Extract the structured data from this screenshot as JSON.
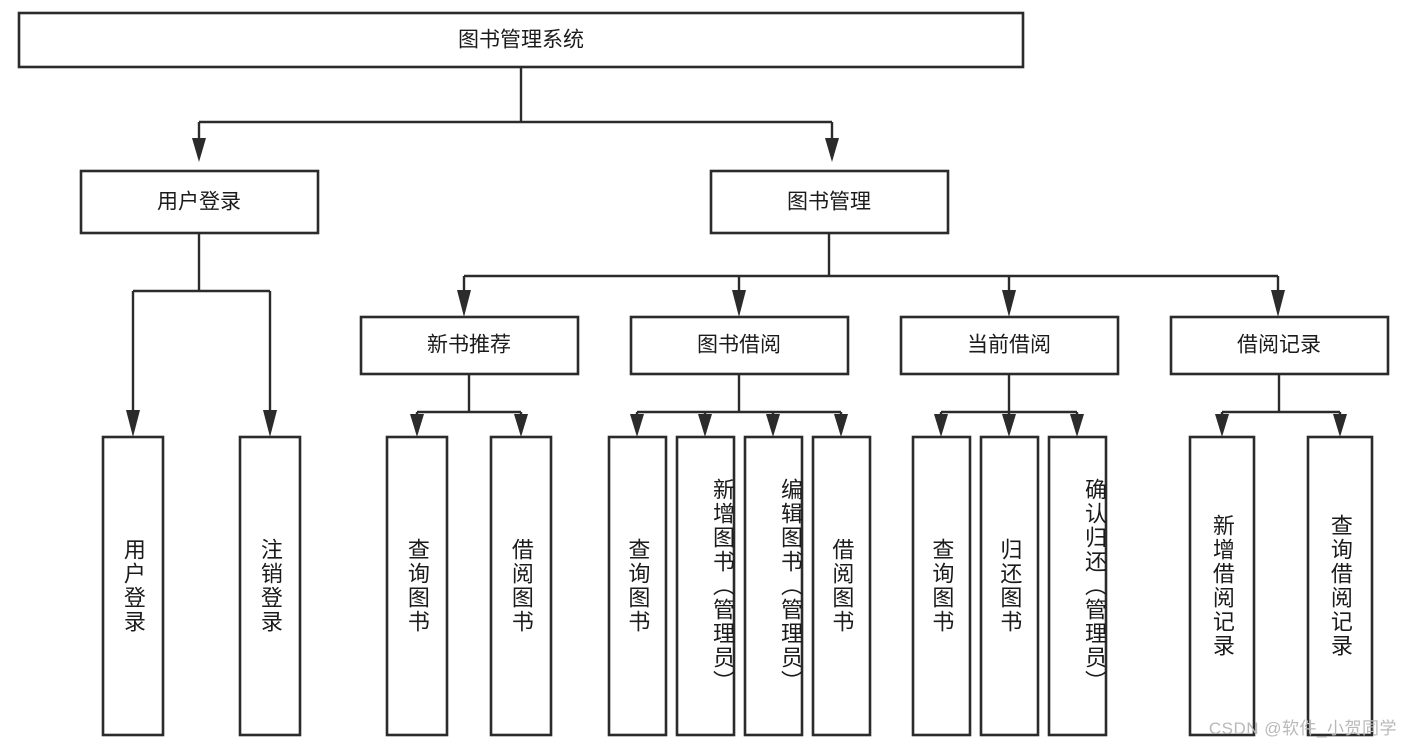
{
  "diagram": {
    "title": "图书管理系统",
    "type": "tree",
    "orientation": "top-down",
    "colors": {
      "box_stroke": "#2b2b2b",
      "box_fill": "#ffffff",
      "connector": "#2b2b2b",
      "text": "#1b1b1b",
      "watermark": "#b9b9b9",
      "background": "#ffffff"
    },
    "root": {
      "label": "图书管理系统"
    },
    "level2": [
      {
        "label": "用户登录"
      },
      {
        "label": "图书管理"
      }
    ],
    "level3": [
      {
        "label": "新书推荐"
      },
      {
        "label": "图书借阅"
      },
      {
        "label": "当前借阅"
      },
      {
        "label": "借阅记录"
      }
    ],
    "leaves_user_login": [
      {
        "label": "用户登录"
      },
      {
        "label": "注销登录"
      }
    ],
    "leaves_new_book": [
      {
        "label": "查询图书"
      },
      {
        "label": "借阅图书"
      }
    ],
    "leaves_borrow": [
      {
        "label": "查询图书"
      },
      {
        "label": "新增图书（管理员）"
      },
      {
        "label": "编辑图书（管理员）"
      },
      {
        "label": "借阅图书"
      }
    ],
    "leaves_current": [
      {
        "label": "查询图书"
      },
      {
        "label": "归还图书"
      },
      {
        "label": "确认归还（管理员）"
      }
    ],
    "leaves_records": [
      {
        "label": "新增借阅记录"
      },
      {
        "label": "查询借阅记录"
      }
    ]
  },
  "watermark": {
    "text": "CSDN @软件_小贺同学"
  }
}
